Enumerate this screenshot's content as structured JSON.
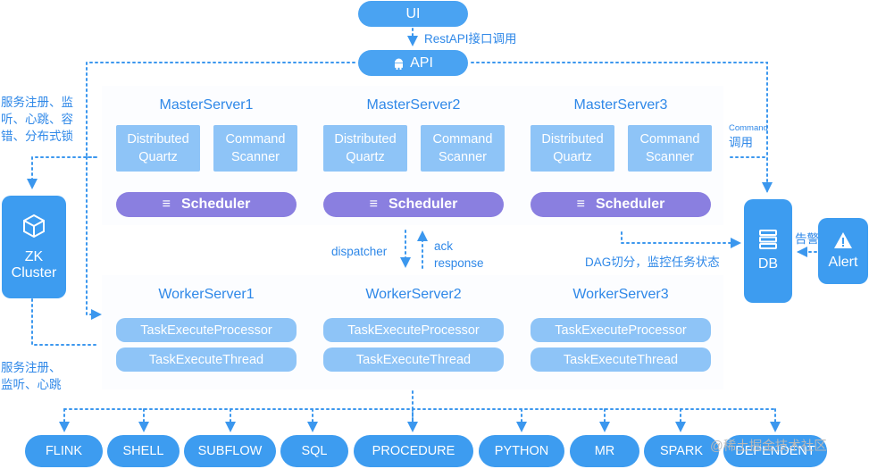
{
  "ui": "UI",
  "api": "API",
  "api_icon": "android-icon",
  "restapi_label": "RestAPI接口调用",
  "zk_note_top": "服务注册、监\n听、心跳、容\n错、分布式锁",
  "zk": {
    "line1": "ZK",
    "line2": "Cluster",
    "icon": "cube-icon"
  },
  "zk_note_bottom": "服务注册、\n监听、心跳",
  "masters": [
    {
      "title": "MasterServer1",
      "quartz": "Distributed\nQuartz",
      "scanner": "Command\nScanner",
      "scheduler": "Scheduler"
    },
    {
      "title": "MasterServer2",
      "quartz": "Distributed\nQuartz",
      "scanner": "Command\nScanner",
      "scheduler": "Scheduler"
    },
    {
      "title": "MasterServer3",
      "quartz": "Distributed\nQuartz",
      "scanner": "Command\nScanner",
      "scheduler": "Scheduler"
    }
  ],
  "workers": [
    {
      "title": "WorkerServer1",
      "processor": "TaskExecuteProcessor",
      "thread": "TaskExecuteThread"
    },
    {
      "title": "WorkerServer2",
      "processor": "TaskExecuteProcessor",
      "thread": "TaskExecuteThread"
    },
    {
      "title": "WorkerServer3",
      "processor": "TaskExecuteProcessor",
      "thread": "TaskExecuteThread"
    }
  ],
  "dispatcher_label": "dispatcher",
  "ack_label": "ack\nresponse",
  "command_label_en": "Command",
  "command_label_cn": "调用",
  "dag_label": "DAG切分，监控任务状态",
  "alarm_label": "告警",
  "db": {
    "label": "DB",
    "icon": "server-icon"
  },
  "alert": {
    "label": "Alert",
    "icon": "warning-icon"
  },
  "task_types": [
    "FLINK",
    "SHELL",
    "SUBFLOW",
    "SQL",
    "PROCEDURE",
    "PYTHON",
    "MR",
    "SPARK",
    "DEPENDENT"
  ],
  "watermark": "@稀土掘金技术社区",
  "colors": {
    "pill": "#4aa3f2",
    "light": "#8ec4f7",
    "scheduler": "#8a7fe0",
    "line": "#3b97ee",
    "title": "#2f88e8"
  }
}
